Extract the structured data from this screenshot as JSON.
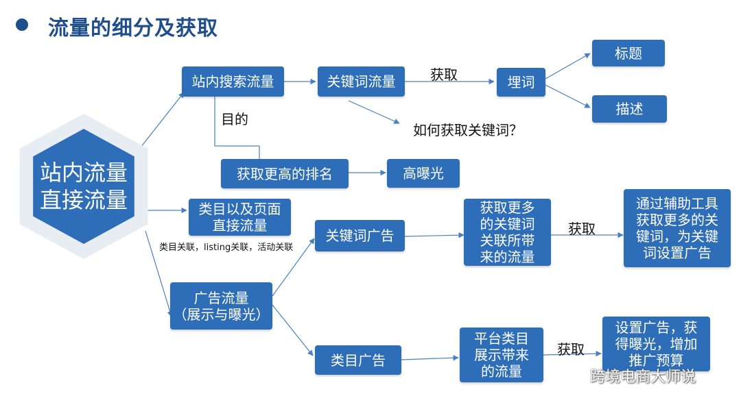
{
  "header": {
    "title": "流量的细分及获取"
  },
  "center": {
    "label": "站内流量\n直接流量"
  },
  "nodes": {
    "site_search": "站内搜索流量",
    "keyword_traffic": "关键词流量",
    "embed_words": "埋词",
    "title": "标题",
    "description": "描述",
    "higher_rank": "获取更高的排名",
    "high_exposure": "高曝光",
    "category_page": "类目以及页面\n直接流量",
    "ad_traffic": "广告流量\n（展示与曝光）",
    "keyword_ads": "关键词广告",
    "more_keywords": "获取更多\n的关键词\n关联所带\n来的流量",
    "tools_keywords": "通过辅助工具\n获取更多的关\n键词，为关键\n词设置广告",
    "category_ads": "类目广告",
    "platform_category": "平台类目\n展示带来\n的流量",
    "setup_ads": "设置广告，获\n得曝光，增加\n推广预算"
  },
  "labels": {
    "obtain_1": "获取",
    "purpose": "目的",
    "how_keywords": "如何获取关键词？",
    "relations": "类目关联，listing关联，活动关联",
    "obtain_2": "获取",
    "obtain_3": "获取"
  },
  "watermark": {
    "text": "跨境电商大师说",
    "logo": "wechat-icon"
  },
  "colors": {
    "box": "#2e6db8",
    "title": "#1f4e8c",
    "arrow": "#4a7fc1"
  }
}
